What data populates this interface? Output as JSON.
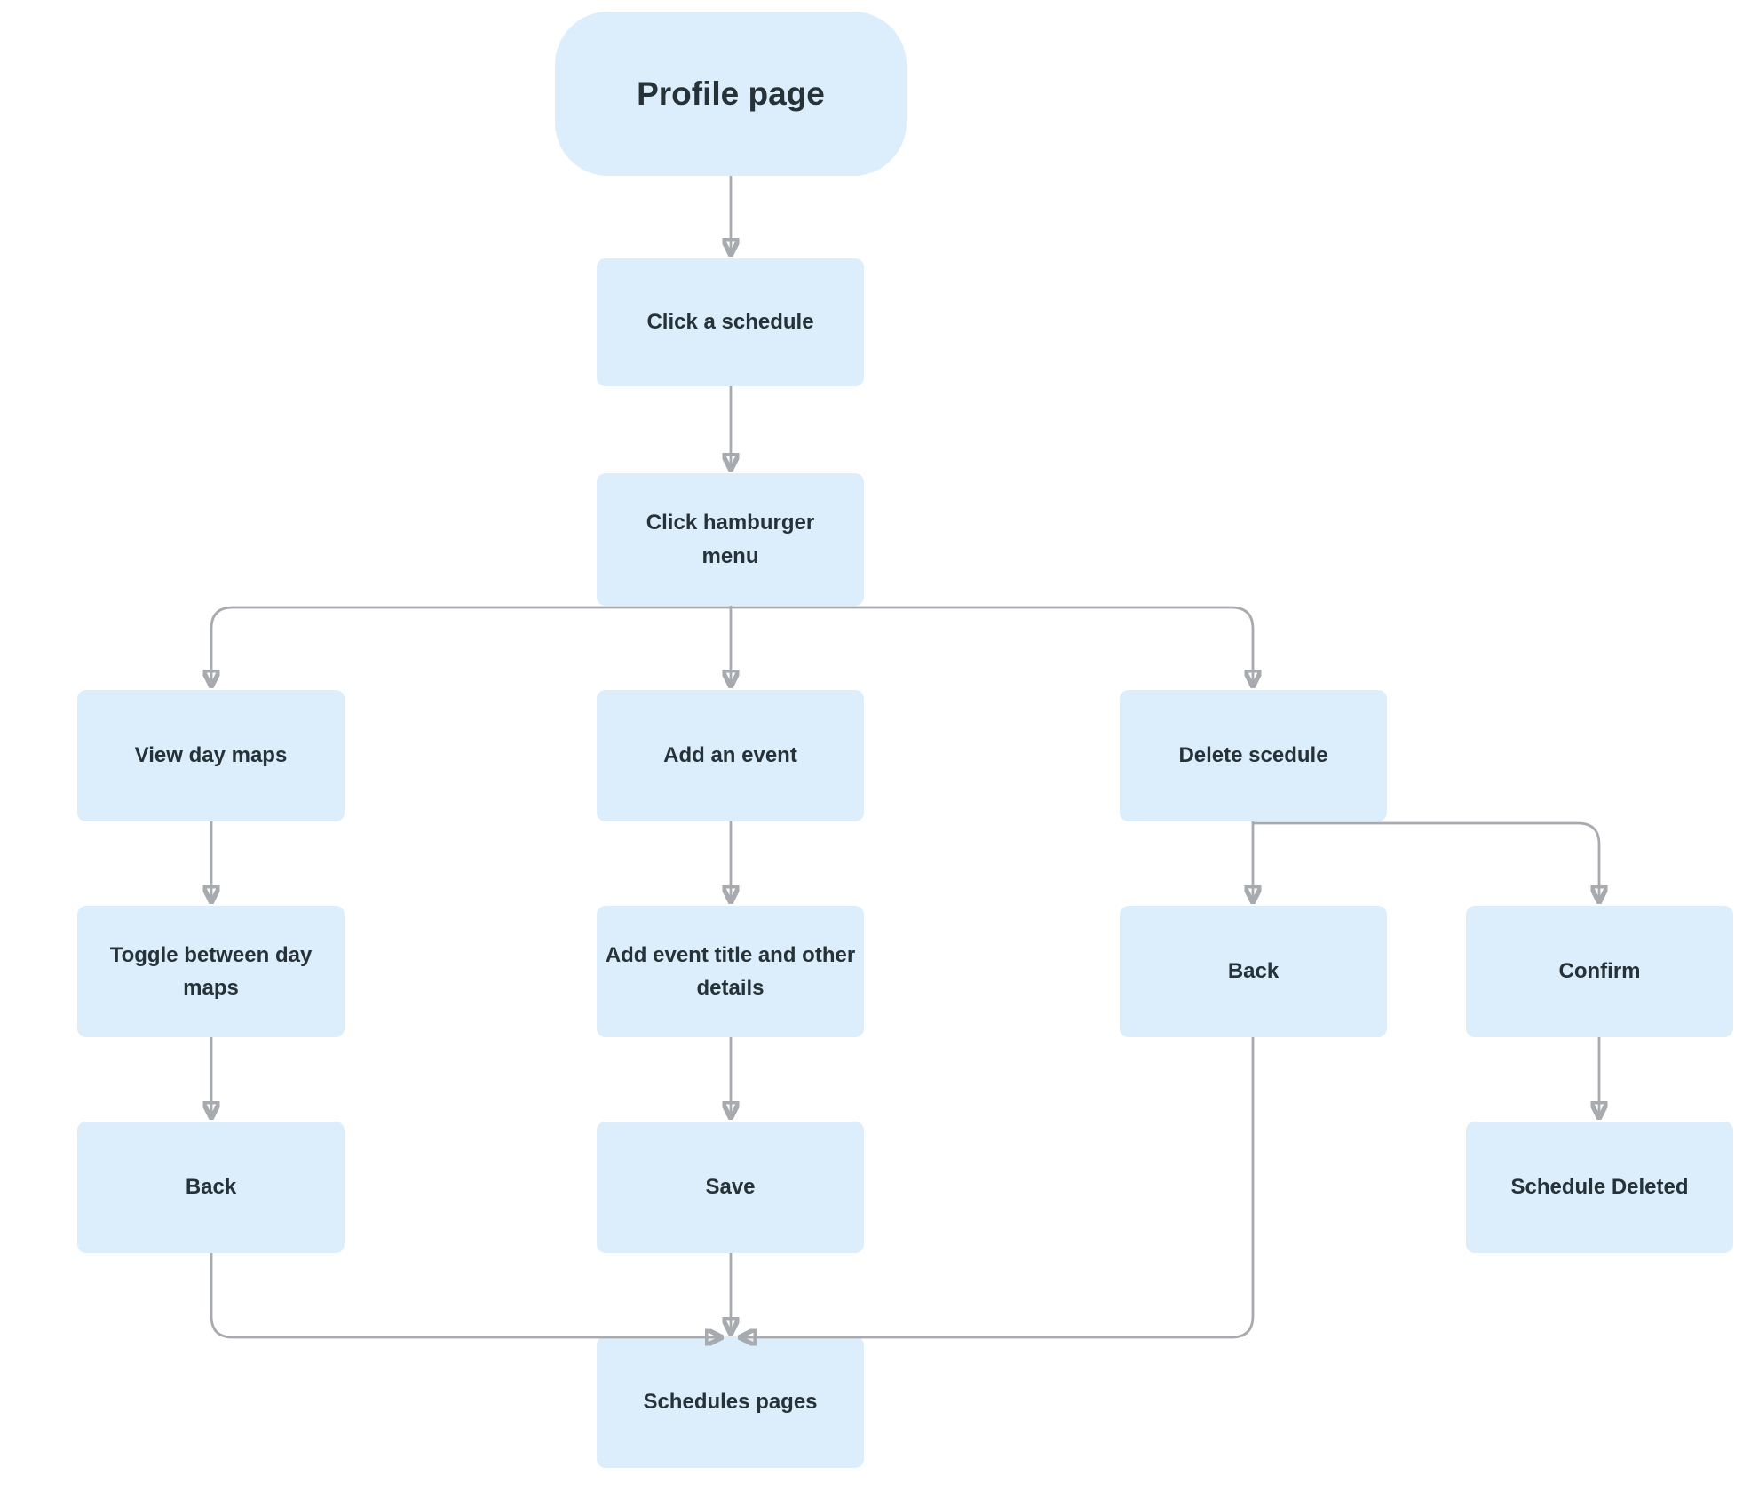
{
  "diagram": {
    "type": "flowchart",
    "background": "#ffffff"
  },
  "colors": {
    "node_fill": "#dcedfb",
    "node_text": "#263238",
    "connector": "#a7abb0"
  },
  "nodes": {
    "profile_page": "Profile page",
    "click_schedule": "Click a schedule",
    "click_hamburger": "Click hamburger\nmenu",
    "view_day_maps": "View day maps",
    "add_an_event": "Add an event",
    "delete_scedule": "Delete scedule",
    "toggle_day_maps": "Toggle between day\nmaps",
    "add_event_title": "Add event title and other\ndetails",
    "back_delete": "Back",
    "confirm": "Confirm",
    "back_left": "Back",
    "save": "Save",
    "schedule_deleted": "Schedule Deleted",
    "schedules_pages": "Schedules pages"
  },
  "edges": [
    {
      "from": "profile_page",
      "to": "click_schedule"
    },
    {
      "from": "click_schedule",
      "to": "click_hamburger"
    },
    {
      "from": "click_hamburger",
      "to": "view_day_maps"
    },
    {
      "from": "click_hamburger",
      "to": "add_an_event"
    },
    {
      "from": "click_hamburger",
      "to": "delete_scedule"
    },
    {
      "from": "view_day_maps",
      "to": "toggle_day_maps"
    },
    {
      "from": "toggle_day_maps",
      "to": "back_left"
    },
    {
      "from": "back_left",
      "to": "schedules_pages"
    },
    {
      "from": "add_an_event",
      "to": "add_event_title"
    },
    {
      "from": "add_event_title",
      "to": "save"
    },
    {
      "from": "save",
      "to": "schedules_pages"
    },
    {
      "from": "delete_scedule",
      "to": "back_delete"
    },
    {
      "from": "delete_scedule",
      "to": "confirm"
    },
    {
      "from": "back_delete",
      "to": "schedules_pages"
    },
    {
      "from": "confirm",
      "to": "schedule_deleted"
    }
  ]
}
